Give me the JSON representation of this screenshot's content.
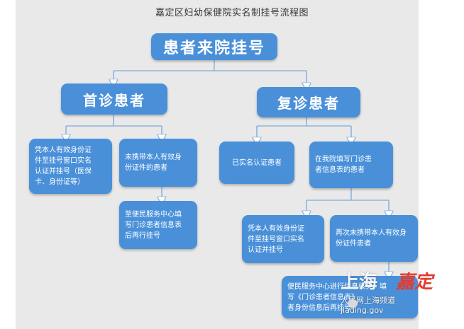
{
  "title": "嘉定区妇幼保健院实名制挂号流程图",
  "nodes": {
    "root": "患者来院挂号",
    "first": "首诊患者",
    "return": "复诊患者",
    "first_id": [
      "凭本人有效身份证",
      "件至挂号窗口实名",
      "认证并挂号（医保",
      "卡、身份证等）"
    ],
    "first_no_id": [
      "未携带本人有效身",
      "份证件的患者"
    ],
    "first_no_id_next": [
      "至便民服务中心填",
      "写门诊患者信息表",
      "后再行挂号"
    ],
    "return_verified": [
      "已实名认证患者"
    ],
    "return_filled": [
      "在我院填写门诊患",
      "者信息表的患者"
    ],
    "return_filled_id": [
      "凭本人有效身份证",
      "件至挂号窗口实名",
      "认证并挂号"
    ],
    "return_filled_no_id": [
      "再次未携带本人有效身",
      "份证件患者"
    ],
    "final": [
      "便民服务中心进行信息核实，填",
      "写《门诊患者信息表》",
      "者身份信息后再挂号"
    ]
  },
  "watermark": {
    "logo": "上海",
    "mark": "嘉定",
    "sub": "人民网上海频道jiading.gov"
  },
  "colors": {
    "node": "#4a90d9",
    "line": "#8fb4dd",
    "bg": "#e9e9e9"
  }
}
